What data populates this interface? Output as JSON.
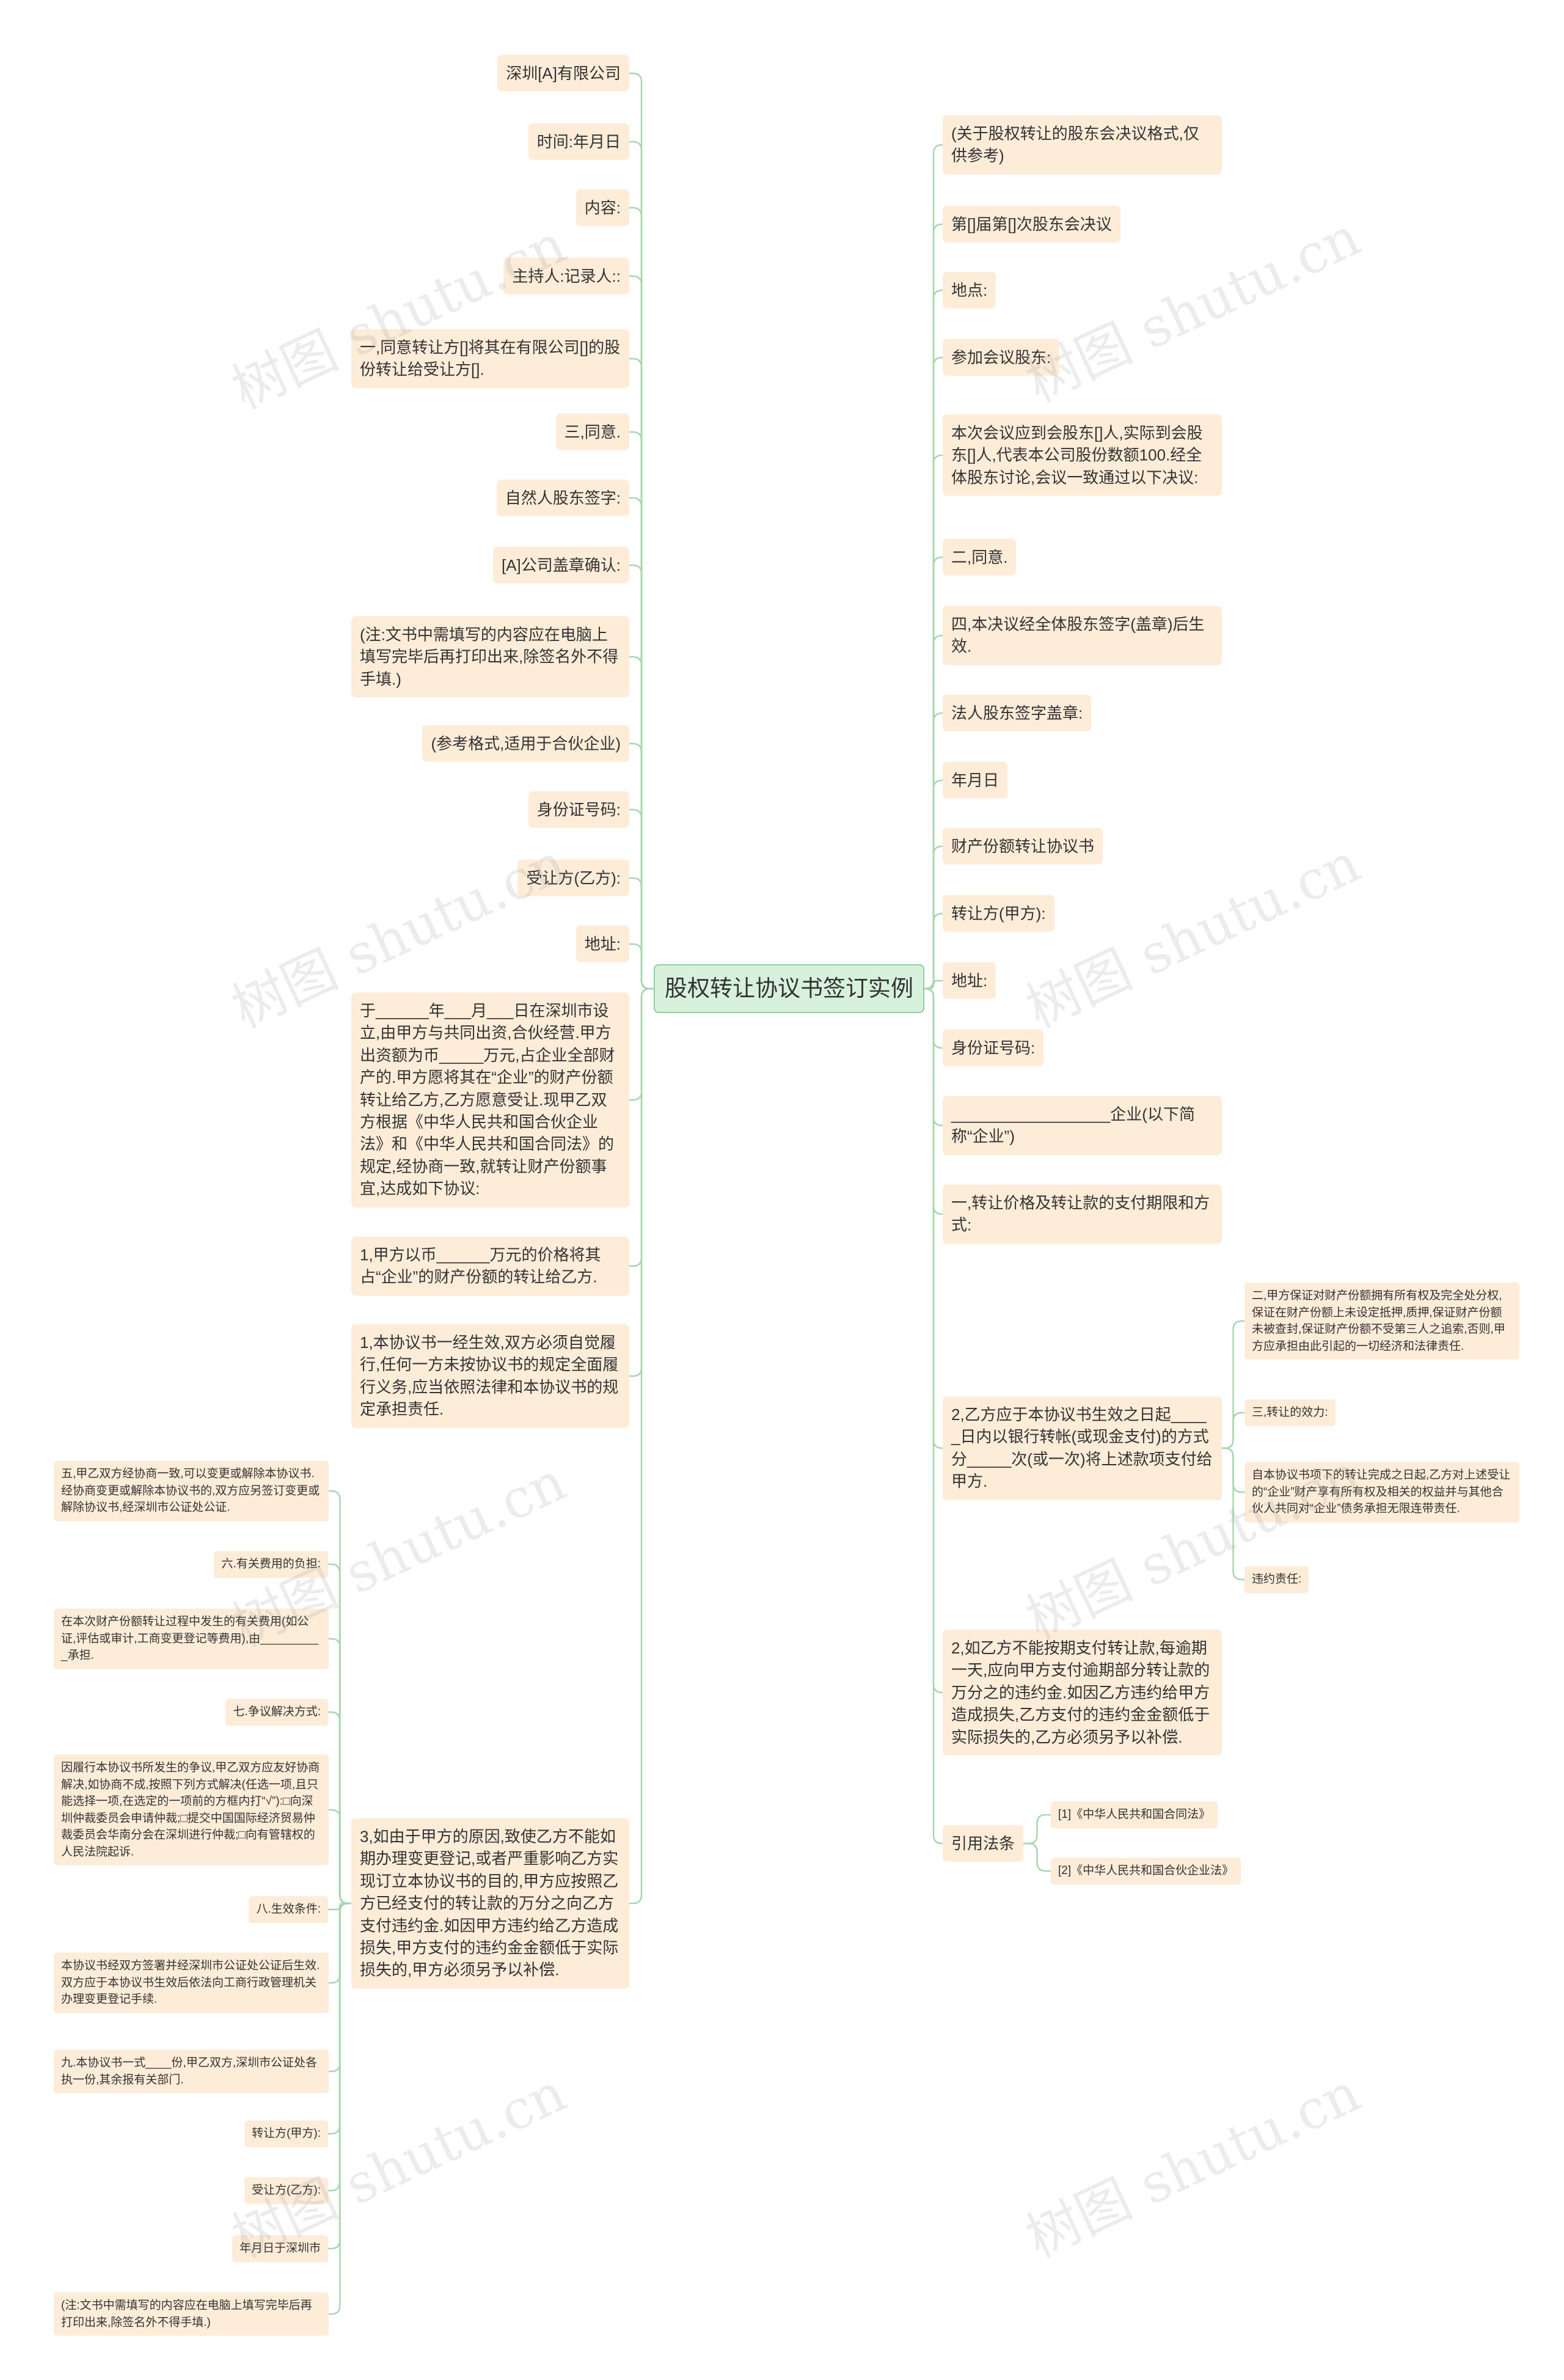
{
  "center": {
    "title": "股权转让协议书签订实例"
  },
  "left": [
    {
      "text": "深圳[A]有限公司"
    },
    {
      "text": "时间:年月日"
    },
    {
      "text": "内容:"
    },
    {
      "text": "主持人:记录人::"
    },
    {
      "text": "一,同意转让方[]将其在有限公司[]的股份转让给受让方[]."
    },
    {
      "text": "三,同意."
    },
    {
      "text": "自然人股东签字:"
    },
    {
      "text": "[A]公司盖章确认:"
    },
    {
      "text": "(注:文书中需填写的内容应在电脑上填写完毕后再打印出来,除签名外不得手填.)"
    },
    {
      "text": "(参考格式,适用于合伙企业)"
    },
    {
      "text": "身份证号码:"
    },
    {
      "text": "受让方(乙方):"
    },
    {
      "text": "地址:"
    },
    {
      "text": "于______年___月___日在深圳市设立,由甲方与共同出资,合伙经营.甲方出资额为币_____万元,占企业全部财产的.甲方愿将其在“企业”的财产份额转让给乙方,乙方愿意受让.现甲乙双方根据《中华人民共和国合伙企业法》和《中华人民共和国合同法》的规定,经协商一致,就转让财产份额事宜,达成如下协议:"
    },
    {
      "text": "1,甲方以币______万元的价格将其占“企业”的财产份额的转让给乙方."
    },
    {
      "text": "1,本协议书一经生效,双方必须自觉履行,任何一方未按协议书的规定全面履行义务,应当依照法律和本协议书的规定承担责任."
    },
    {
      "text": "3,如由于甲方的原因,致使乙方不能如期办理变更登记,或者严重影响乙方实现订立本协议书的目的,甲方应按照乙方已经支付的转让款的万分之向乙方支付违约金.如因甲方违约给乙方造成损失,甲方支付的违约金金额低于实际损失的,甲方必须另予以补偿.",
      "children": [
        {
          "text": "五,甲乙双方经协商一致,可以变更或解除本协议书.经协商变更或解除本协议书的,双方应另签订变更或解除协议书,经深圳市公证处公证."
        },
        {
          "text": "六.有关费用的负担:"
        },
        {
          "text": "在本次财产份额转让过程中发生的有关费用(如公证,评估或审计,工商变更登记等费用),由__________承担."
        },
        {
          "text": "七.争议解决方式:"
        },
        {
          "text": "因履行本协议书所发生的争议,甲乙双方应友好协商解决,如协商不成,按照下列方式解决(任选一项,且只能选择一项,在选定的一项前的方框内打“√”):□向深圳仲裁委员会申请仲裁;□提交中国国际经济贸易仲裁委员会华南分会在深圳进行仲裁;□向有管辖权的人民法院起诉."
        },
        {
          "text": "八.生效条件:"
        },
        {
          "text": "本协议书经双方签署并经深圳市公证处公证后生效.双方应于本协议书生效后依法向工商行政管理机关办理变更登记手续."
        },
        {
          "text": "九.本协议书一式____份,甲乙双方,深圳市公证处各执一份,其余报有关部门."
        },
        {
          "text": "转让方(甲方):"
        },
        {
          "text": "受让方(乙方):"
        },
        {
          "text": "年月日于深圳市"
        },
        {
          "text": "(注:文书中需填写的内容应在电脑上填写完毕后再打印出来,除签名外不得手填.)"
        }
      ]
    }
  ],
  "right": [
    {
      "text": "(关于股权转让的股东会决议格式,仅供参考)"
    },
    {
      "text": "第[]届第[]次股东会决议"
    },
    {
      "text": "地点:"
    },
    {
      "text": "参加会议股东:"
    },
    {
      "text": "本次会议应到会股东[]人,实际到会股东[]人,代表本公司股份数额100.经全体股东讨论,会议一致通过以下决议:"
    },
    {
      "text": "二,同意."
    },
    {
      "text": "四,本决议经全体股东签字(盖章)后生效."
    },
    {
      "text": "法人股东签字盖章:"
    },
    {
      "text": "年月日"
    },
    {
      "text": "财产份额转让协议书"
    },
    {
      "text": "转让方(甲方):"
    },
    {
      "text": "地址:"
    },
    {
      "text": "身份证号码:"
    },
    {
      "text": "__________________企业(以下简称“企业”)"
    },
    {
      "text": "一,转让价格及转让款的支付期限和方式:"
    },
    {
      "text": "2,乙方应于本协议书生效之日起_____日内以银行转帐(或现金支付)的方式分_____次(或一次)将上述款项支付给甲方.",
      "children": [
        {
          "text": "二,甲方保证对财产份额拥有所有权及完全处分权,保证在财产份额上未设定抵押,质押,保证财产份额未被查封,保证财产份额不受第三人之追索,否则,甲方应承担由此引起的一切经济和法律责任."
        },
        {
          "text": "三,转让的效力:"
        },
        {
          "text": "自本协议书项下的转让完成之日起,乙方对上述受让的“企业”财产享有所有权及相关的权益并与其他合伙人共同对“企业”债务承担无限连带责任."
        },
        {
          "text": "违约责任:"
        }
      ]
    },
    {
      "text": "2,如乙方不能按期支付转让款,每逾期一天,应向甲方支付逾期部分转让款的万分之的违约金.如因乙方违约给甲方造成损失,乙方支付的违约金金额低于实际损失的,乙方必须另予以补偿."
    },
    {
      "text": "引用法条",
      "children": [
        {
          "text": "[1]《中华人民共和国合同法》"
        },
        {
          "text": "[2]《中华人民共和国合伙企业法》"
        }
      ]
    }
  ],
  "watermark": {
    "text": "树图 shutu.cn"
  },
  "colors": {
    "node_fill": "#fdecd8",
    "center_fill": "#d8f1dc",
    "center_border": "#8fcf9c",
    "connector": "#a9d6b1"
  }
}
